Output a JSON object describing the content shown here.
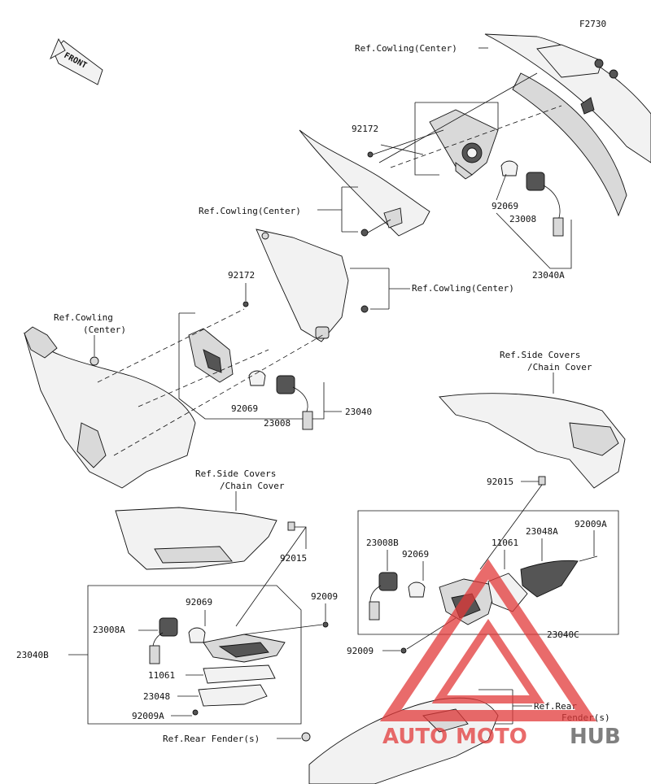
{
  "figure_code": "F2730",
  "front_label": "FRONT",
  "watermark": {
    "text_auto": "AUTO",
    "text_moto": "MOTO",
    "text_hub": "HUB",
    "color": "#e23a3a"
  },
  "labels": {
    "ref_cowling_center_1": "Ref.Cowling(Center)",
    "ref_cowling_center_2": "Ref.Cowling(Center)",
    "ref_cowling_center_3": "Ref.Cowling(Center)",
    "ref_cowling_center_4_line1": "Ref.Cowling",
    "ref_cowling_center_4_line2": "(Center)",
    "ref_side_covers_1_line1": "Ref.Side Covers",
    "ref_side_covers_1_line2": "/Chain Cover",
    "ref_side_covers_2_line1": "Ref.Side Covers",
    "ref_side_covers_2_line2": "/Chain Cover",
    "ref_rear_fender_1": "Ref.Rear Fender(s)",
    "ref_rear_fender_2_line1": "Ref.Rear",
    "ref_rear_fender_2_line2": "Fender(s)",
    "p92172_a": "92172",
    "p92172_b": "92172",
    "p92069_a": "92069",
    "p92069_b": "92069",
    "p92069_c": "92069",
    "p92069_d": "92069",
    "p23008_a": "23008",
    "p23008_b": "23008",
    "p23040A": "23040A",
    "p23040": "23040",
    "p92015_a": "92015",
    "p92015_b": "92015",
    "p23008B": "23008B",
    "p11061_a": "11061",
    "p23048A": "23048A",
    "p92009A_a": "92009A",
    "p23040C": "23040C",
    "p92009_a": "92009",
    "p92009_b": "92009",
    "p23008A": "23008A",
    "p23040B": "23040B",
    "p11061_b": "11061",
    "p23048": "23048",
    "p92009A_b": "92009A"
  }
}
